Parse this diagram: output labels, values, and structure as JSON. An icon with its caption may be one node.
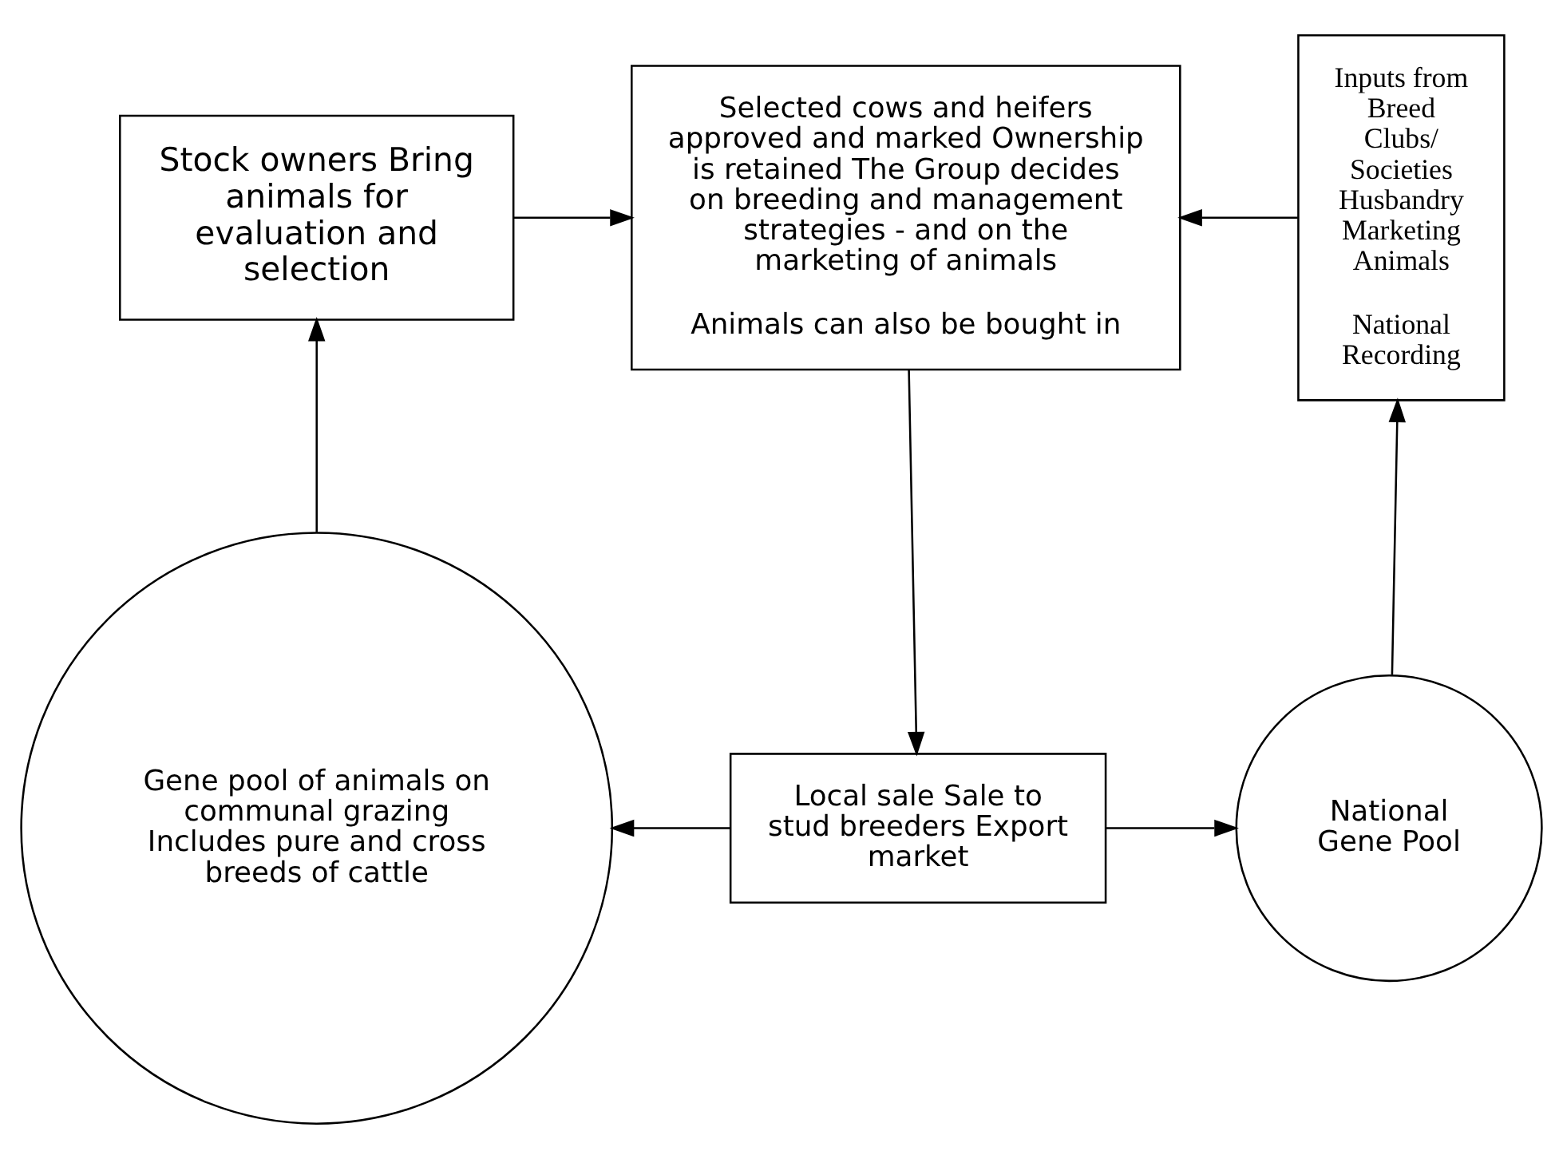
{
  "diagram": {
    "nodes": [
      {
        "text": [
          "Stock owners Bring animals for evaluation and selection"
        ]
      },
      {
        "text": [
          "Selected cows and heifers approved and marked Ownership is retained The Group decides on breeding and management strategies - and on the marketing of animals",
          "Animals can also be bought in"
        ]
      },
      {
        "text": [
          "Inputs from Breed Clubs/ Societies Husbandry Marketing Animals",
          "National Recording"
        ]
      },
      {
        "text": [
          "Gene pool of animals on communal grazing Includes pure and cross breeds of cattle"
        ]
      },
      {
        "text": [
          "Local sale Sale to stud breeders Export market"
        ]
      },
      {
        "text": [
          "National Gene Pool"
        ]
      }
    ],
    "edges": [
      {
        "from": 0,
        "to": 1,
        "arrow": "to"
      },
      {
        "from": 2,
        "to": 1,
        "arrow": "to"
      },
      {
        "from": 1,
        "to": 4,
        "arrow": "to"
      },
      {
        "from": 3,
        "to": 0,
        "arrow": "to"
      },
      {
        "from": 4,
        "to": 3,
        "arrow": "to"
      },
      {
        "from": 4,
        "to": 5,
        "arrow": "to"
      },
      {
        "from": 5,
        "to": 2,
        "arrow": "to"
      }
    ]
  }
}
